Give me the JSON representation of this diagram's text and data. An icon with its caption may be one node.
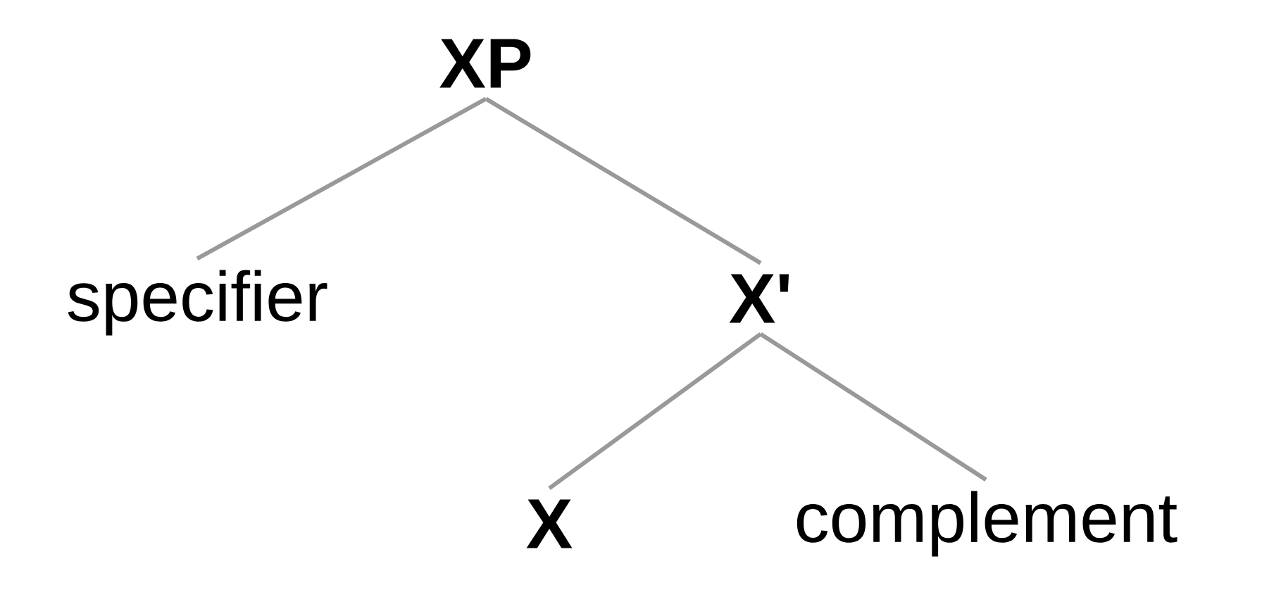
{
  "diagram": {
    "nodes": [
      {
        "text": [
          "XP"
        ]
      },
      {
        "text": [
          "specifier"
        ]
      },
      {
        "text": [
          "X'"
        ]
      },
      {
        "text": [
          "X"
        ]
      },
      {
        "text": [
          "complement"
        ]
      }
    ],
    "edges": [
      {
        "from": 0,
        "to": 1,
        "arrow": "none"
      },
      {
        "from": 0,
        "to": 2,
        "arrow": "none"
      },
      {
        "from": 2,
        "to": 3,
        "arrow": "none"
      },
      {
        "from": 2,
        "to": 4,
        "arrow": "none"
      }
    ]
  }
}
